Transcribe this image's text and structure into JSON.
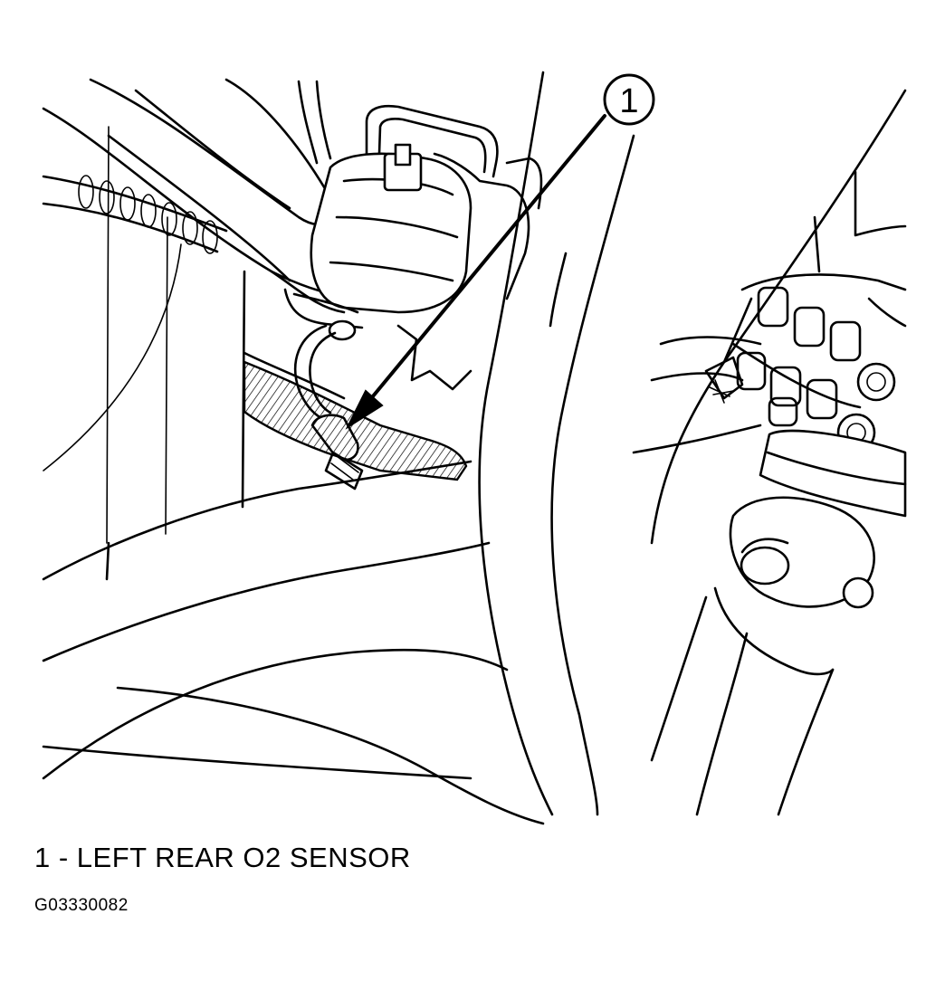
{
  "callout": {
    "number": "1"
  },
  "legend": {
    "text": "1 - LEFT REAR O2 SENSOR"
  },
  "figure_id": "G03330082",
  "colors": {
    "ink": "#000000",
    "paper": "#ffffff"
  }
}
